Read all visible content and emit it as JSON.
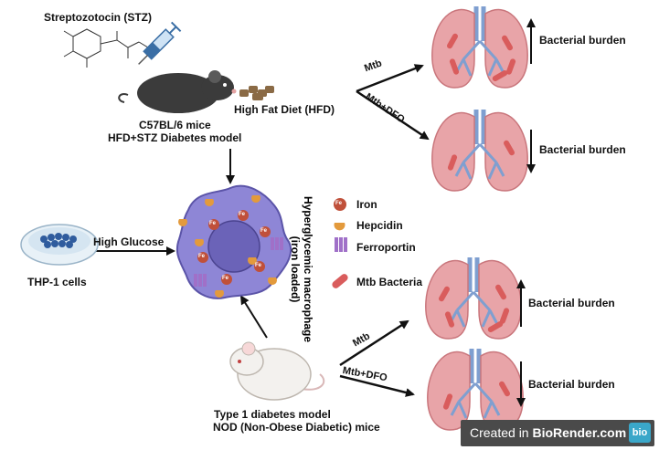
{
  "labels": {
    "stz": "Streptozotocin (STZ)",
    "hfd": "High Fat Diet (HFD)",
    "mouse_model_line1": "C57BL/6 mice",
    "mouse_model_line2": "HFD+STZ Diabetes model",
    "high_glucose": "High Glucose",
    "thp1": "THP-1 cells",
    "macrophage_line1": "Hyperglycemic macrophage",
    "macrophage_line2": "(iron loaded)",
    "nod_line1": "Type 1 diabetes model",
    "nod_line2": "NOD (Non-Obese Diabetic) mice",
    "fe_icon_text": "Fe"
  },
  "outcomes": [
    {
      "treatment": "Mtb",
      "label": "Bacterial burden",
      "direction": "up"
    },
    {
      "treatment": "Mtb+DFO",
      "label": "Bacterial burden",
      "direction": "down"
    },
    {
      "treatment": "Mtb",
      "label": "Bacterial burden",
      "direction": "up"
    },
    {
      "treatment": "Mtb+DFO",
      "label": "Bacterial burden",
      "direction": "down"
    }
  ],
  "legend": [
    {
      "label": "Iron",
      "icon": "iron-icon"
    },
    {
      "label": "Hepcidin",
      "icon": "hepcidin-icon"
    },
    {
      "label": "Ferroportin",
      "icon": "ferroportin-icon"
    },
    {
      "label": "Mtb Bacteria",
      "icon": "mtb-bacteria-icon"
    }
  ],
  "watermark": {
    "prefix": "Created in ",
    "brand": "BioRender.com",
    "logo": "bio"
  },
  "colors": {
    "lung": "#e8a4a8",
    "lung_dark": "#c9767c",
    "airway": "#7f9fd0",
    "bacteria": "#d95c5c",
    "macrophage": "#8e86d6",
    "iron": "#c0503a",
    "hepcidin": "#e39a3c",
    "ferroportin": "#a070c8"
  }
}
